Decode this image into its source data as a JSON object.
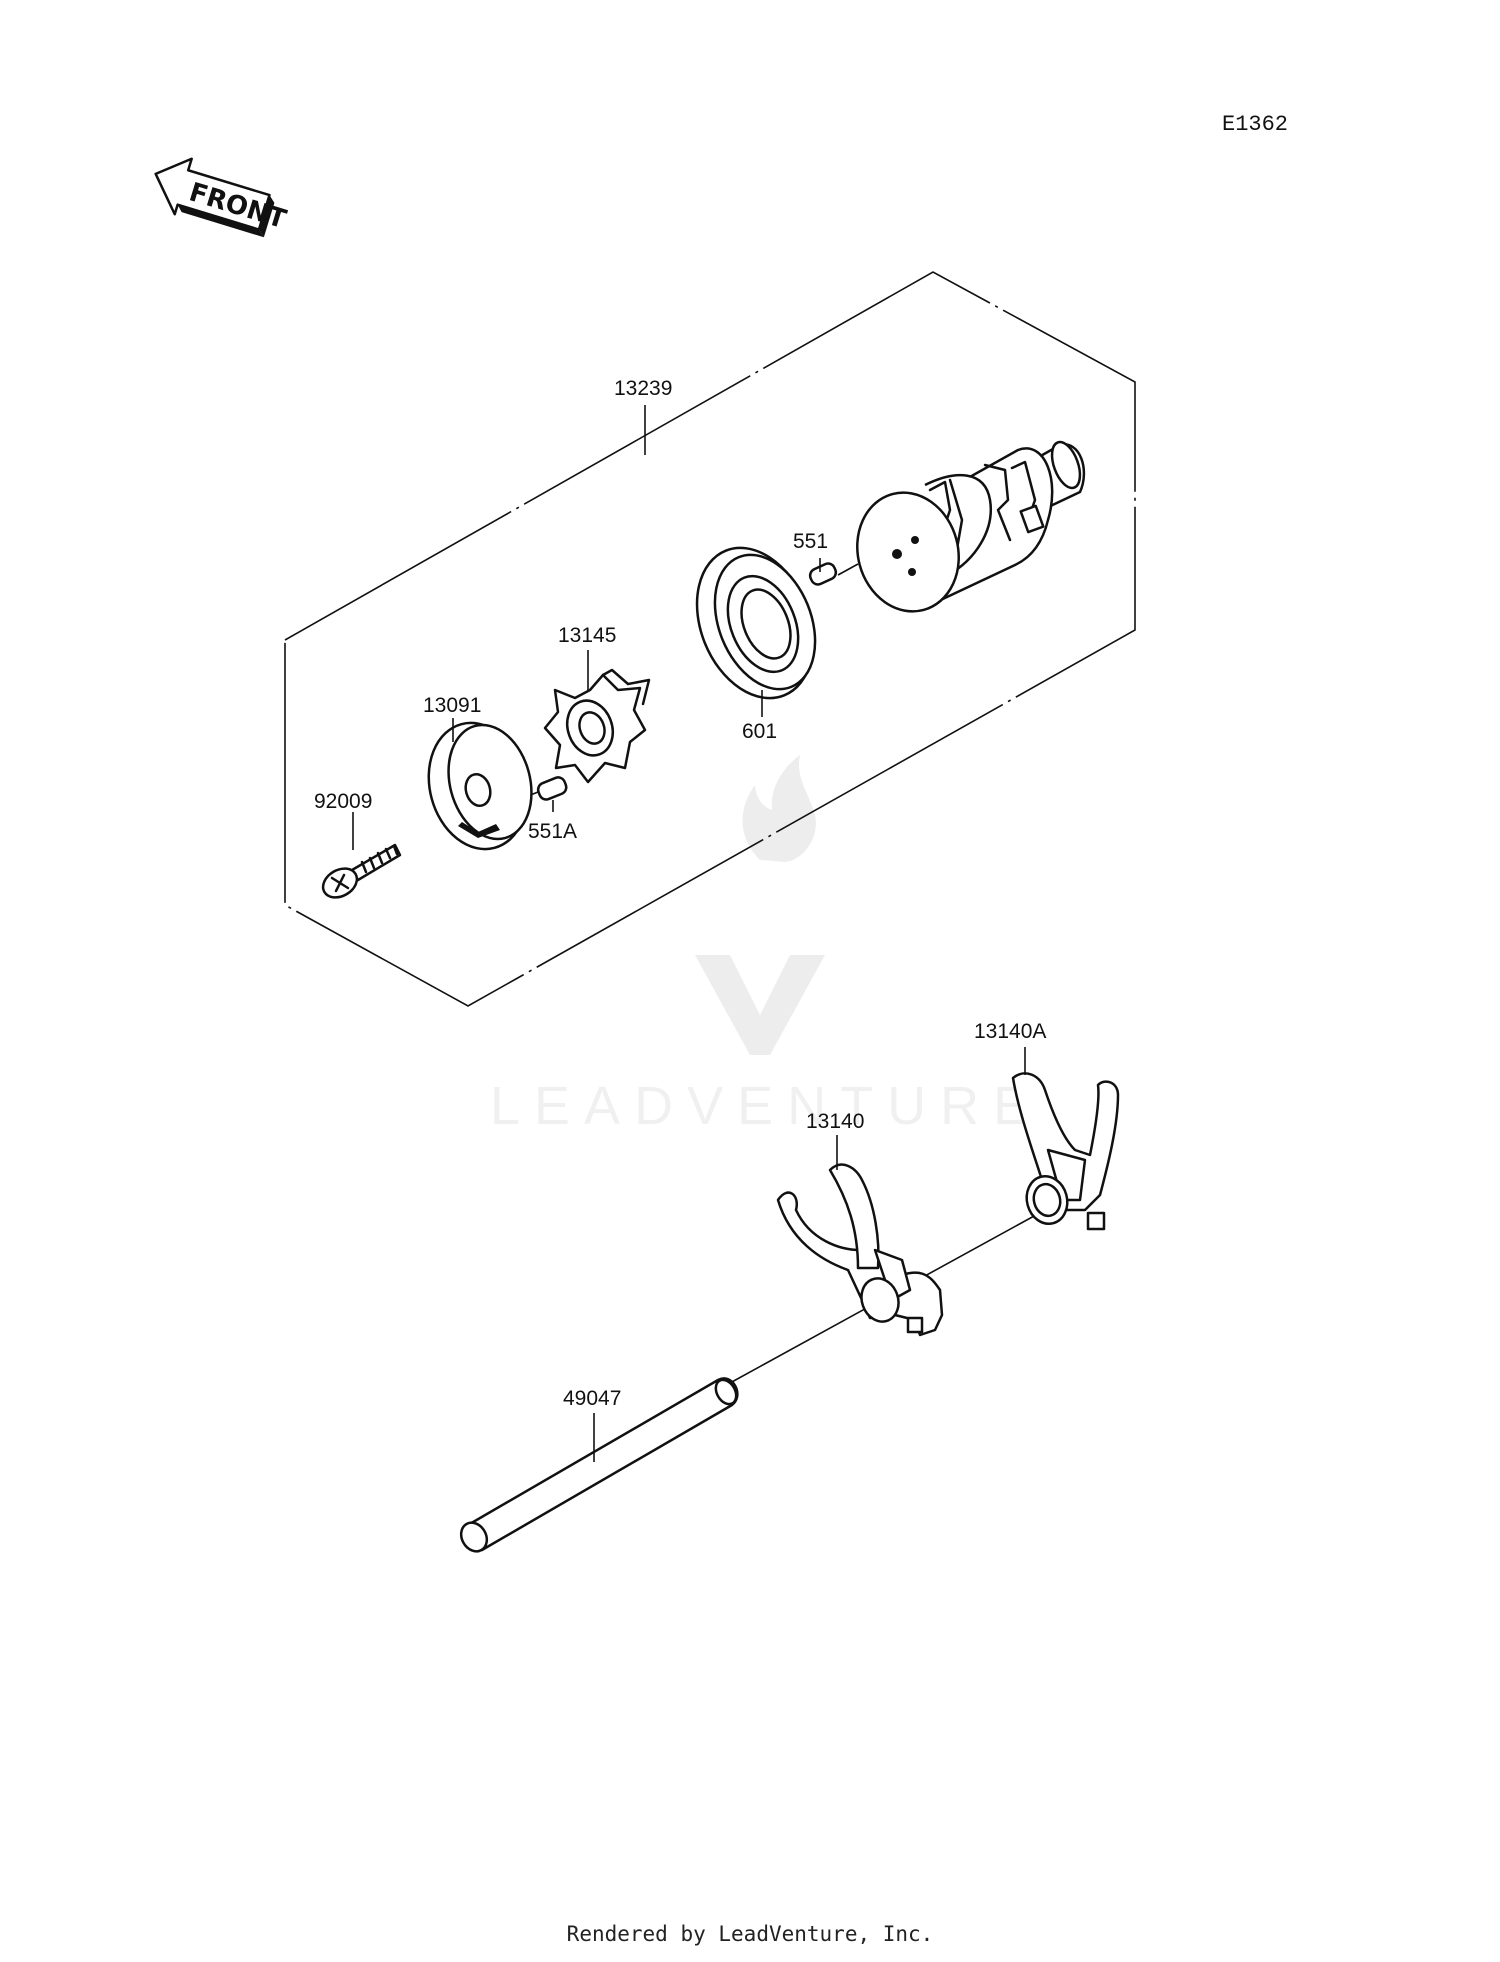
{
  "diagram_code": "E1362",
  "front_arrow_label": "FRONT",
  "watermark": "LEADVENTURE",
  "footer": "Rendered by LeadVenture, Inc.",
  "parts": {
    "p13239": "13239",
    "p551": "551",
    "p13145": "13145",
    "p601": "601",
    "p13091": "13091",
    "p92009": "92009",
    "p551A": "551A",
    "p13140A": "13140A",
    "p13140": "13140",
    "p49047": "49047"
  }
}
